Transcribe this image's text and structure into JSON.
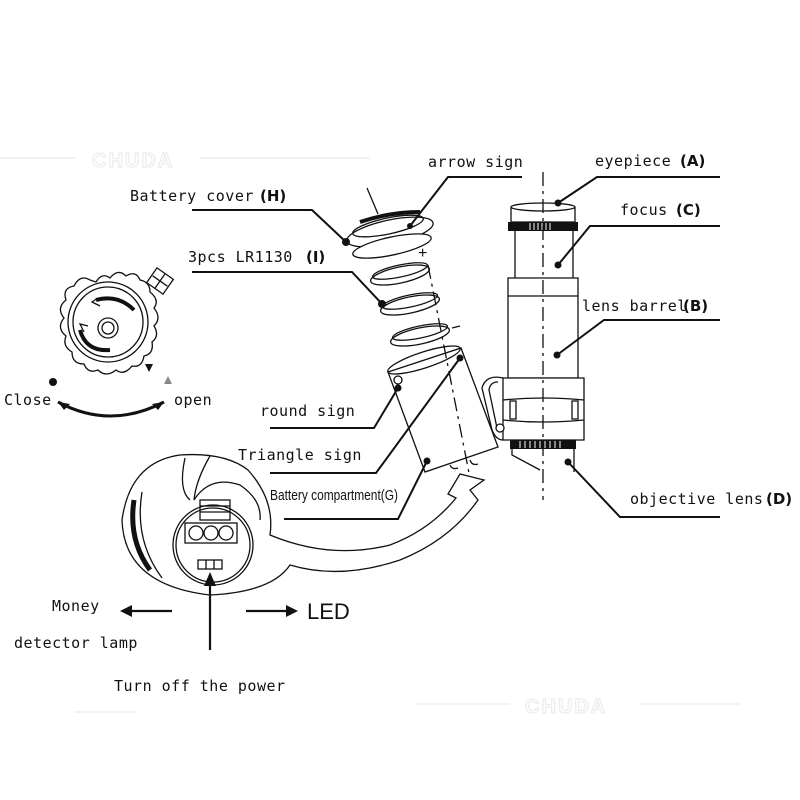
{
  "watermark": {
    "text": "CHUDA"
  },
  "labels": {
    "arrow_sign": "arrow sign",
    "eyepiece": "eyepiece",
    "eyepiece_code": "(A)",
    "focus": "focus",
    "focus_code": "(C)",
    "battery_cover": "Battery cover",
    "battery_cover_code": "(H)",
    "batteries": "3pcs LR1130",
    "batteries_code": "(I)",
    "lens_barrel": "lens barrel",
    "lens_barrel_code": "(B)",
    "round_sign": "round sign",
    "triangle_sign": "Triangle sign",
    "battery_compartment": "Battery compartment(G)",
    "objective_lens": "objective lens",
    "objective_lens_code": "(D)",
    "close": "Close",
    "open": "open",
    "money_line1": "Money",
    "money_line2": "detector lamp",
    "led": "LED",
    "turn_off": "Turn off the power"
  },
  "colors": {
    "ink": "#111111",
    "watermark": "#ececec"
  }
}
